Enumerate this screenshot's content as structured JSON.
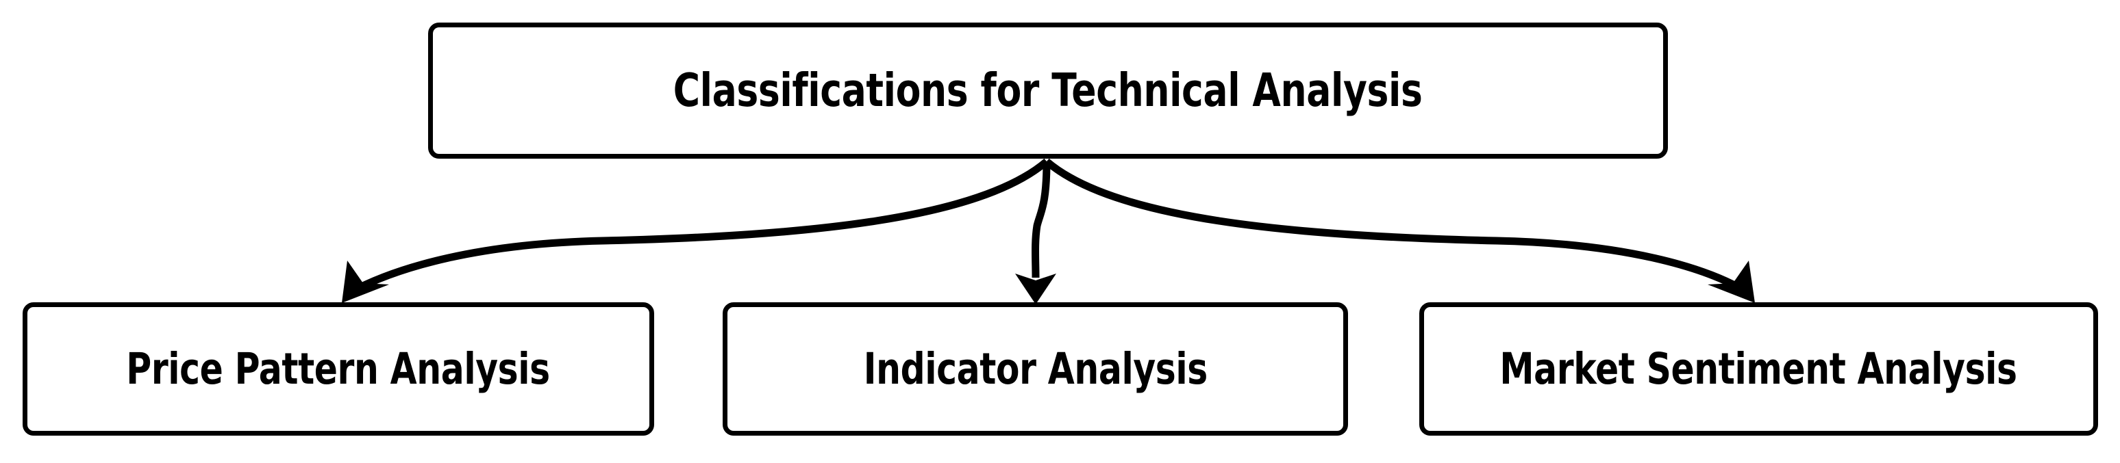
{
  "diagram": {
    "title": "Classifications for Technical Analysis",
    "type": "hierarchy-tree",
    "background_color": "#ffffff",
    "stroke_color": "#000000",
    "root": {
      "id": "root",
      "label": "Classifications for Technical Analysis"
    },
    "children": [
      {
        "id": "price-pattern",
        "label": "Price Pattern Analysis"
      },
      {
        "id": "indicator",
        "label": "Indicator Analysis"
      },
      {
        "id": "market-sentiment",
        "label": "Market Sentiment Analysis"
      }
    ],
    "edges": [
      {
        "from": "root",
        "to": "price-pattern",
        "style": "curved-arrow"
      },
      {
        "from": "root",
        "to": "indicator",
        "style": "curved-arrow"
      },
      {
        "from": "root",
        "to": "market-sentiment",
        "style": "curved-arrow"
      }
    ]
  }
}
